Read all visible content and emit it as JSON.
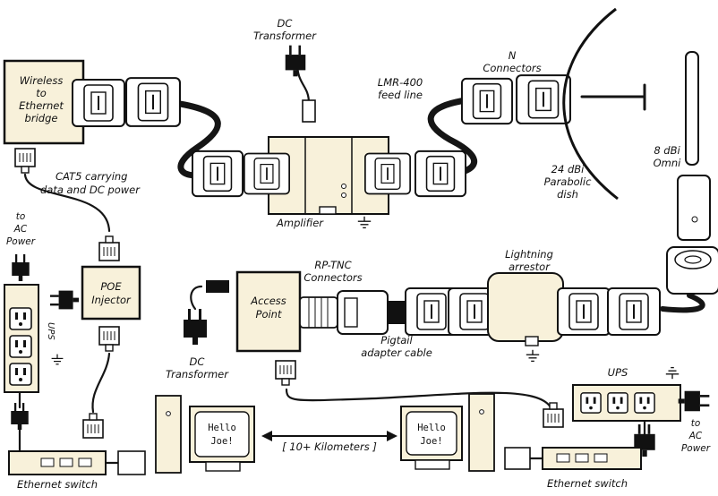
{
  "labels": {
    "wireless_bridge": [
      "Wireless",
      "to",
      "Ethernet",
      "bridge"
    ],
    "dc_transformer_top": [
      "DC",
      "Transformer"
    ],
    "lmr400": [
      "LMR-400",
      "feed line"
    ],
    "n_connectors": [
      "N",
      "Connectors"
    ],
    "cat5": [
      "CAT5 carrying",
      "data and DC power"
    ],
    "amplifier": "Amplifier",
    "dish": [
      "24 dBi",
      "Parabolic",
      "dish"
    ],
    "omni": [
      "8 dBi",
      "Omni"
    ],
    "to_ac_left": [
      "to",
      "AC",
      "Power"
    ],
    "poe": [
      "POE",
      "Injector"
    ],
    "ups_left": "UPS",
    "rp_tnc": [
      "RP-TNC",
      "Connectors"
    ],
    "lightning": [
      "Lightning",
      "arrestor"
    ],
    "access_point": [
      "Access",
      "Point"
    ],
    "pigtail": [
      "Pigtail",
      "adapter cable"
    ],
    "dc_transformer_bottom": [
      "DC",
      "Transformer"
    ],
    "ups_right": "UPS",
    "to_ac_right": [
      "to",
      "AC",
      "Power"
    ],
    "monitor_text": [
      "Hello",
      "Joe!"
    ],
    "distance": "[ 10+ Kilometers ]",
    "eth_switch_left": "Ethernet switch",
    "eth_switch_right": "Ethernet switch"
  },
  "colors": {
    "box_fill": "#f8f1da",
    "connector_fill": "#ffffff",
    "cable": "#151515",
    "outline": "#111111"
  }
}
